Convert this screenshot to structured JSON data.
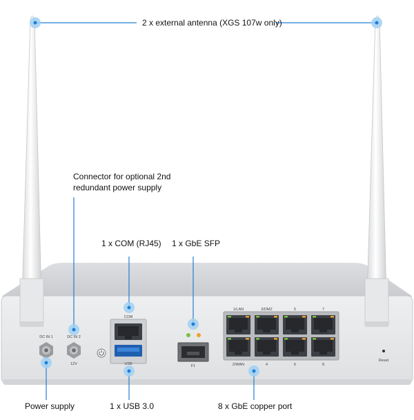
{
  "callouts": {
    "antenna": "2 x external antenna (XGS 107w only)",
    "redundant_power": "Connector for optional 2nd redundant power supply",
    "com": "1 x COM (RJ45)",
    "sfp": "1 x GbE SFP",
    "power": "Power supply",
    "usb": "1 x USB 3.0",
    "copper": "8 x GbE copper port"
  },
  "device": {
    "dc_in_1": "DC IN 1",
    "dc_in_2": "DC IN 2",
    "voltage": "12V",
    "com": "COM",
    "usb": "USB",
    "sfp": "F1",
    "reset": "Reset",
    "ports_top": [
      "1/LAN",
      "3/DMZ",
      "5",
      "7"
    ],
    "ports_bottom": [
      "2/WAN",
      "4",
      "6",
      "8"
    ]
  },
  "colors": {
    "accent": "#1f7fd6",
    "marker": "#9fd0f3",
    "body": "#e4e5e7",
    "body_top": "#cfd1d4",
    "port": "#3c3f43",
    "led_green": "#7bc043",
    "led_orange": "#f0a030"
  }
}
